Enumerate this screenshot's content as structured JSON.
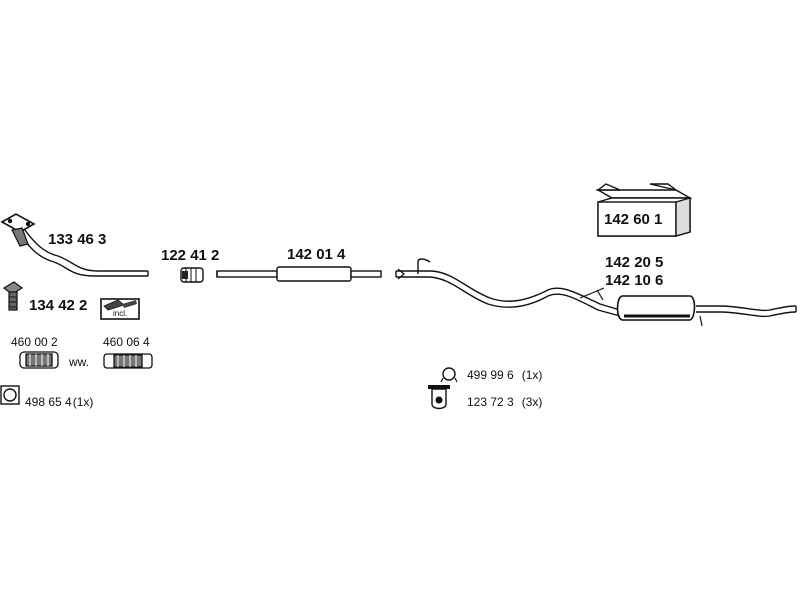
{
  "parts": {
    "front_pipe": "133 46 3",
    "bolt_set": "134 42 2",
    "bolt_set_badge": "incl.",
    "connector": "122 41 2",
    "middle_silencer": "142 01 4",
    "box_kit": "142 60 1",
    "rear_silencer_a": "142 20 5",
    "rear_silencer_b": "142 10 6",
    "flex_pipe_a": "460 00 2",
    "flex_pipe_or": "ww.",
    "flex_pipe_b": "460 06 4",
    "gasket": "498 65 4",
    "gasket_qty": "(1x)",
    "clamp": "499 99 6",
    "clamp_qty": "(1x)",
    "rubber_mount": "123 72 3",
    "rubber_mount_qty": "(3x)"
  },
  "icons": [
    "flange-pipe-icon",
    "bolt-icon",
    "clamp-sleeve-icon",
    "flex-pipe-icon",
    "gasket-ring-icon",
    "pipe-clamp-icon",
    "rubber-hanger-icon",
    "box-icon"
  ],
  "colors": {
    "line": "#111111",
    "fill": "#ffffff",
    "shade": "#888888"
  }
}
